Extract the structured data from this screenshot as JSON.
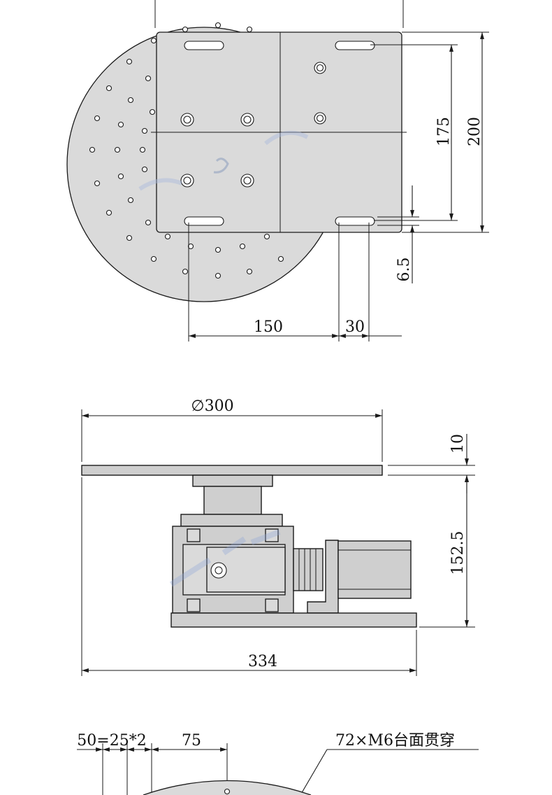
{
  "top_view": {
    "dim_175": "175",
    "dim_200": "200",
    "dim_6_5": "6.5",
    "dim_150": "150",
    "dim_30": "30"
  },
  "side_view": {
    "dim_diameter": "∅300",
    "dim_10": "10",
    "dim_152_5": "152.5",
    "dim_334": "334"
  },
  "bottom_view": {
    "dim_50": "50=25*2",
    "dim_75": "75",
    "hole_note": "72×M6台面贯穿"
  }
}
